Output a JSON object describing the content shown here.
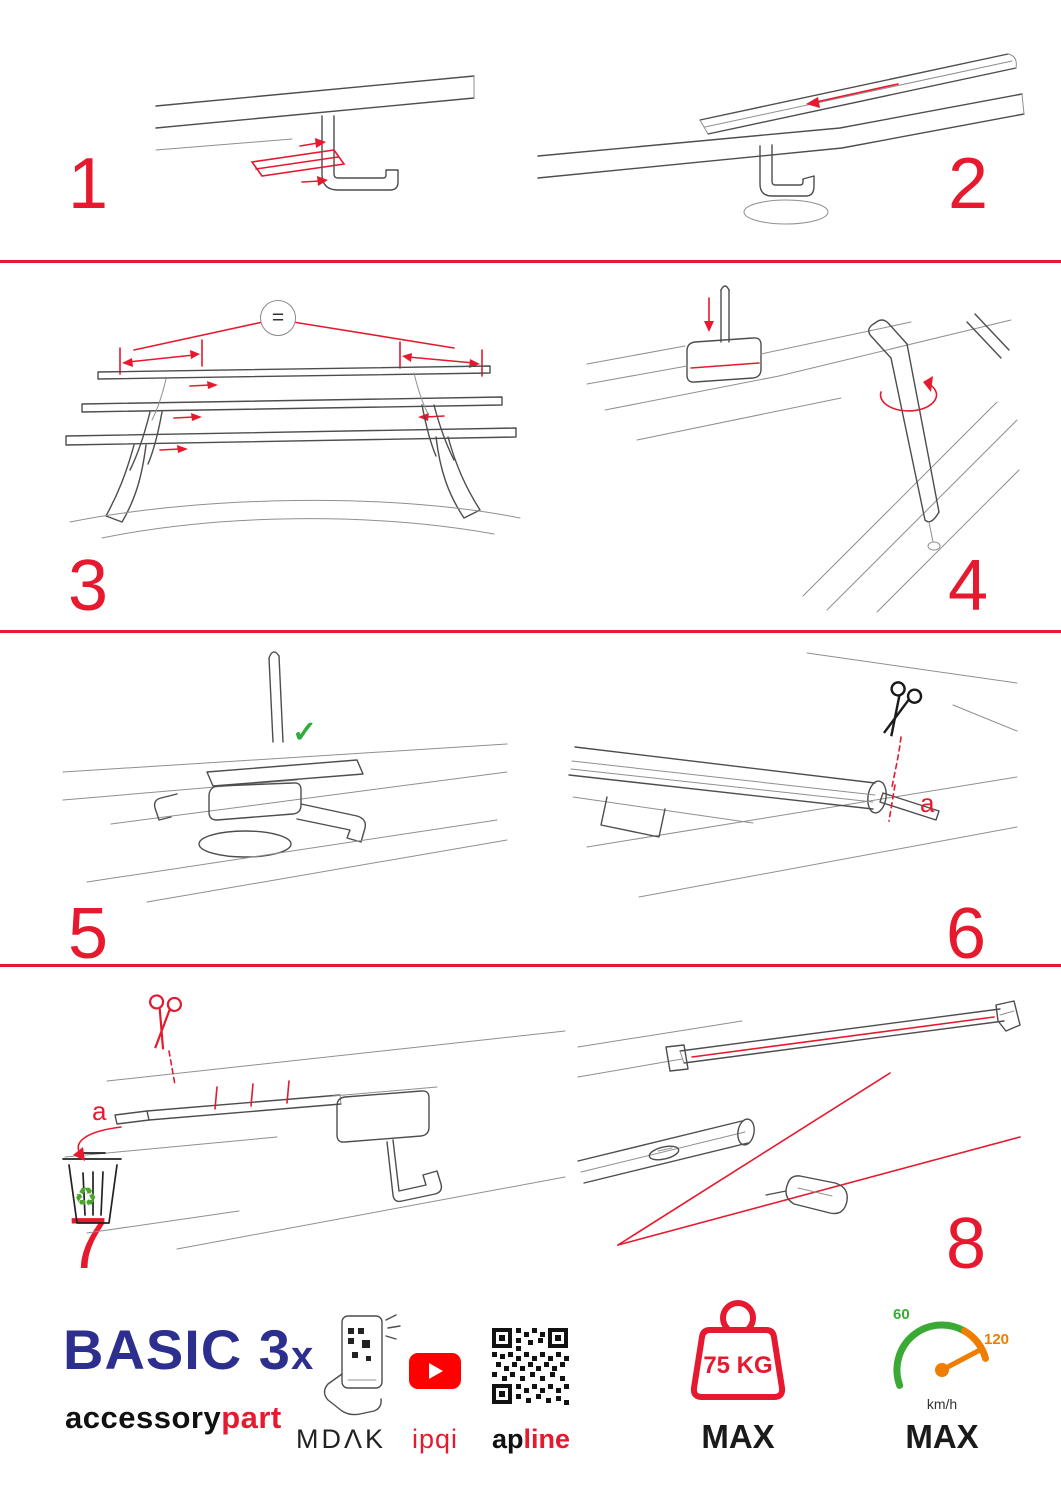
{
  "colors": {
    "accent": "#e6192e",
    "brand_blue": "#2d2f8f",
    "green": "#3aaa35",
    "orange": "#ef7d00",
    "ink": "#1a1a1a"
  },
  "steps": [
    {
      "number": "1"
    },
    {
      "number": "2"
    },
    {
      "number": "3"
    },
    {
      "number": "4"
    },
    {
      "number": "5"
    },
    {
      "number": "6"
    },
    {
      "number": "7"
    },
    {
      "number": "8"
    }
  ],
  "annotations": {
    "equal": "=",
    "check": "✓",
    "a_step6": "a",
    "a_step7": "a"
  },
  "icons": {
    "recycle": "♻"
  },
  "footer": {
    "brand": {
      "title": "BASIC 3",
      "title_suffix": "x",
      "sub_left": "accessory",
      "sub_right": "part"
    },
    "partners": {
      "mdak": "MDΛK",
      "ipqi": "ipqi",
      "apline_left": "ap",
      "apline_right": "line"
    },
    "weight": {
      "value": "75 KG",
      "label": "MAX"
    },
    "speed": {
      "low": "60",
      "high": "120",
      "unit": "km/h",
      "label": "MAX"
    }
  }
}
